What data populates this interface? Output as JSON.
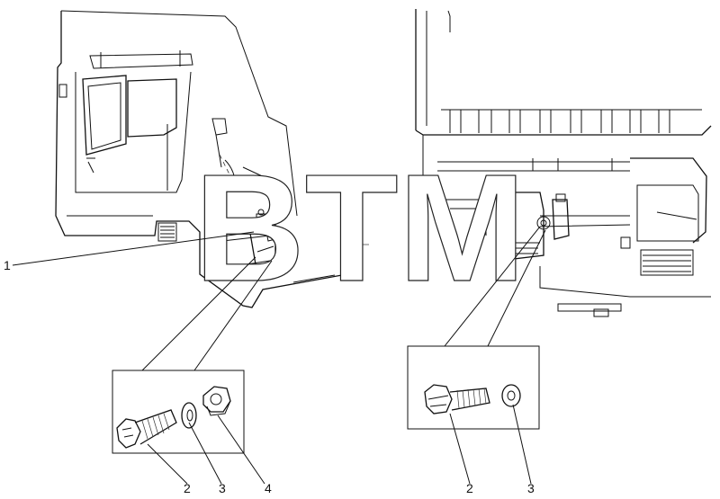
{
  "watermark": "BTM",
  "callouts": {
    "left_assembly": "1",
    "left_bolt": "2",
    "left_washer": "3",
    "left_nut": "4",
    "right_bolt": "2",
    "right_washer": "3"
  }
}
